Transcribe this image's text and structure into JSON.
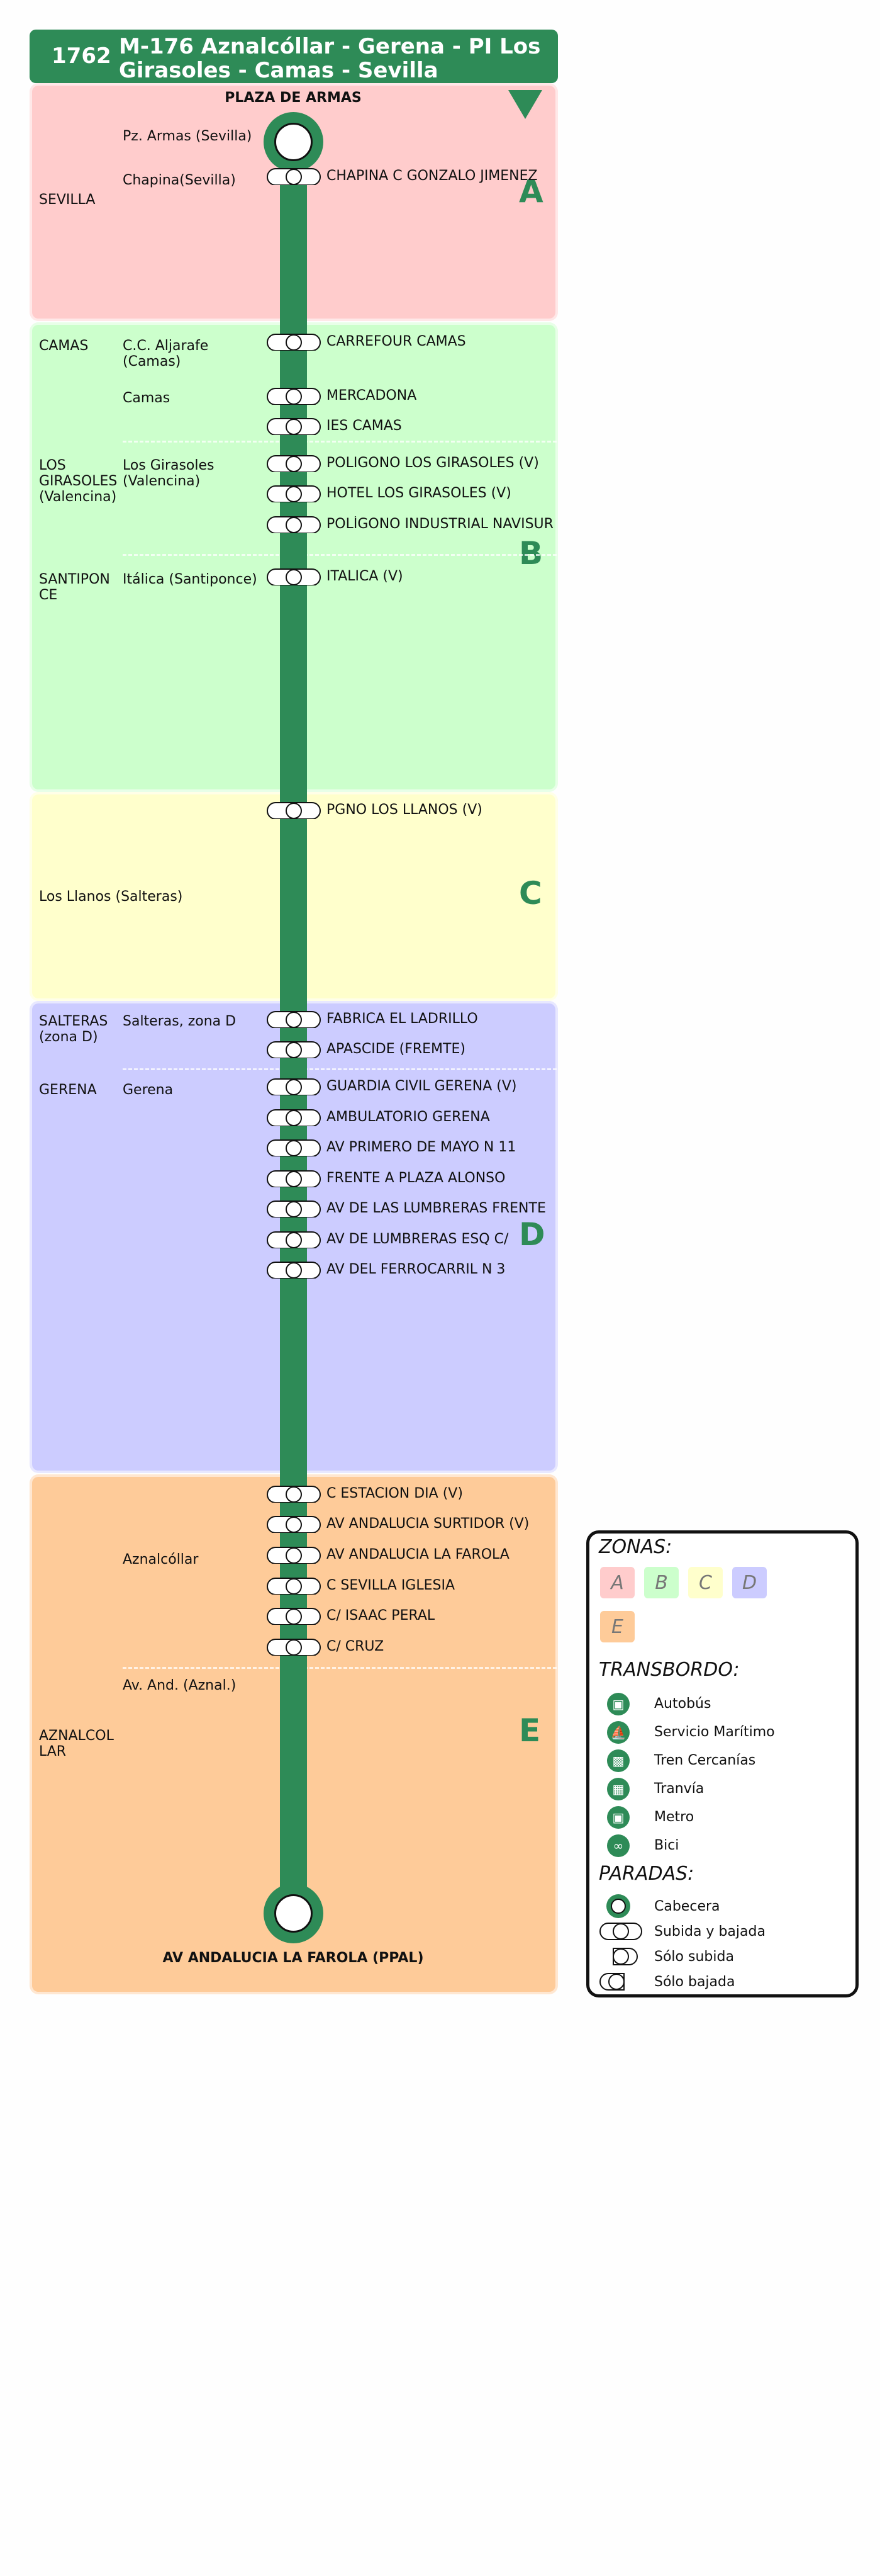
{
  "header": {
    "line_code": "1762",
    "title": "M-176 Aznalcóllar - Gerena - PI Los Girasoles - Camas -  Sevilla"
  },
  "colors": {
    "line": "#2e8b57",
    "zone_a": "#ffcccc",
    "zone_b": "#ccffcc",
    "zone_c": "#ffffcc",
    "zone_d": "#ccccff",
    "zone_e": "#fecb99"
  },
  "direction_icon": "triangle-down-icon",
  "terminals": {
    "start": "PLAZA DE ARMAS",
    "end": "AV ANDALUCIA LA FAROLA (PPAL)"
  },
  "zones": {
    "a": "A",
    "b": "B",
    "c": "C",
    "d": "D",
    "e": "E"
  },
  "municipalities": {
    "sevilla": "SEVILLA",
    "camas": "CAMAS",
    "los_girasoles": "LOS GIRASOLES (Valencina)",
    "santiponce": "SANTIPONCE",
    "los_llanos": "Los Llanos (Salteras)",
    "salteras": "SALTERAS (zona D)",
    "gerena": "GERENA",
    "aznalcollar": "AZNALCOLLAR"
  },
  "localities": {
    "pz_armas": "Pz. Armas (Sevilla)",
    "chapina": "Chapina(Sevilla)",
    "cc_aljarafe": "C.C. Aljarafe (Camas)",
    "camas": "Camas",
    "girasoles": "Los Girasoles (Valencina)",
    "italica": "Itálica (Santiponce)",
    "salteras_d": "Salteras, zona D",
    "gerena": "Gerena",
    "aznalcollar": "Aznalcóllar",
    "av_and": "Av. And. (Aznal.)"
  },
  "stops": [
    "CHAPINA C GONZALO JIMENEZ",
    "CARREFOUR CAMAS",
    "MERCADONA",
    "IES CAMAS",
    "POLIGONO LOS GIRASOLES (V)",
    "HOTEL LOS GIRASOLES (V)",
    "POLÍGONO INDUSTRIAL NAVISUR",
    "ITALICA (V)",
    "PGNO LOS LLANOS (V)",
    "FABRICA EL LADRILLO",
    "APASCIDE (FREMTE)",
    "GUARDIA CIVIL GERENA (V)",
    "AMBULATORIO GERENA",
    "AV PRIMERO DE MAYO N 11",
    "FRENTE A PLAZA ALONSO",
    "AV DE LAS LUMBRERAS FRENTE",
    "AV DE LUMBRERAS ESQ C/",
    "AV DEL FERROCARRIL N 3",
    "C ESTACION DIA (V)",
    "AV ANDALUCIA SURTIDOR (V)",
    "AV ANDALUCIA LA FAROLA",
    "C SEVILLA IGLESIA",
    "C/ ISAAC PERAL",
    "C/ CRUZ"
  ],
  "legend": {
    "zones_title": "ZONAS:",
    "zone_chips": [
      "A",
      "B",
      "C",
      "D",
      "E"
    ],
    "transfer_title": "TRANSBORDO:",
    "transfers": [
      {
        "icon": "bus-icon",
        "label": "Autobús"
      },
      {
        "icon": "ferry-icon",
        "label": "Servicio Marítimo"
      },
      {
        "icon": "train-icon",
        "label": "Tren Cercanías"
      },
      {
        "icon": "tram-icon",
        "label": "Tranvía"
      },
      {
        "icon": "metro-icon",
        "label": "Metro"
      },
      {
        "icon": "bike-icon",
        "label": "Bici"
      }
    ],
    "stops_title": "PARADAS:",
    "stop_types": [
      {
        "icon": "terminal-icon",
        "label": "Cabecera"
      },
      {
        "icon": "both-icon",
        "label": "Subida y bajada"
      },
      {
        "icon": "board-only-icon",
        "label": "Sólo subida"
      },
      {
        "icon": "alight-only-icon",
        "label": "Sólo bajada"
      }
    ]
  }
}
